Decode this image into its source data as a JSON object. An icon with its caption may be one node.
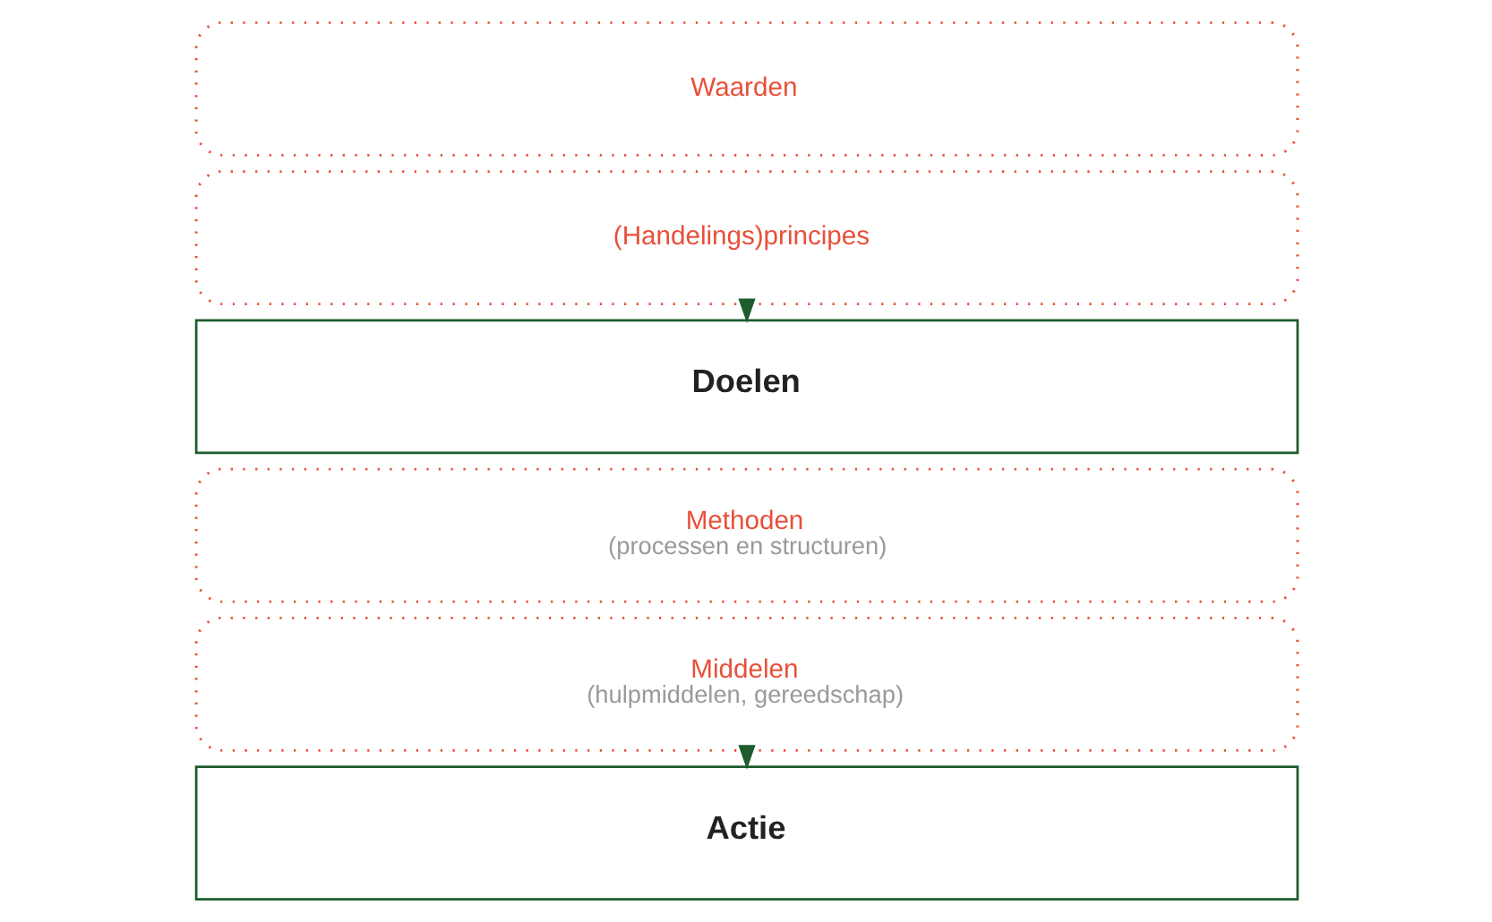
{
  "diagram": {
    "nodes": [
      {
        "text": [
          "Waarden"
        ]
      },
      {
        "text": [
          "(Handelings)principes"
        ]
      },
      {
        "text": [
          "Doelen"
        ]
      },
      {
        "text": [
          "Methoden",
          "(processen en structuren)"
        ]
      },
      {
        "text": [
          "Middelen",
          "(hulpmiddelen, gereedschap)"
        ]
      },
      {
        "text": [
          "Actie"
        ]
      }
    ],
    "edges": [
      {
        "from": 1,
        "to": 2,
        "arrow": "to"
      },
      {
        "from": 4,
        "to": 5,
        "arrow": "to"
      }
    ]
  }
}
